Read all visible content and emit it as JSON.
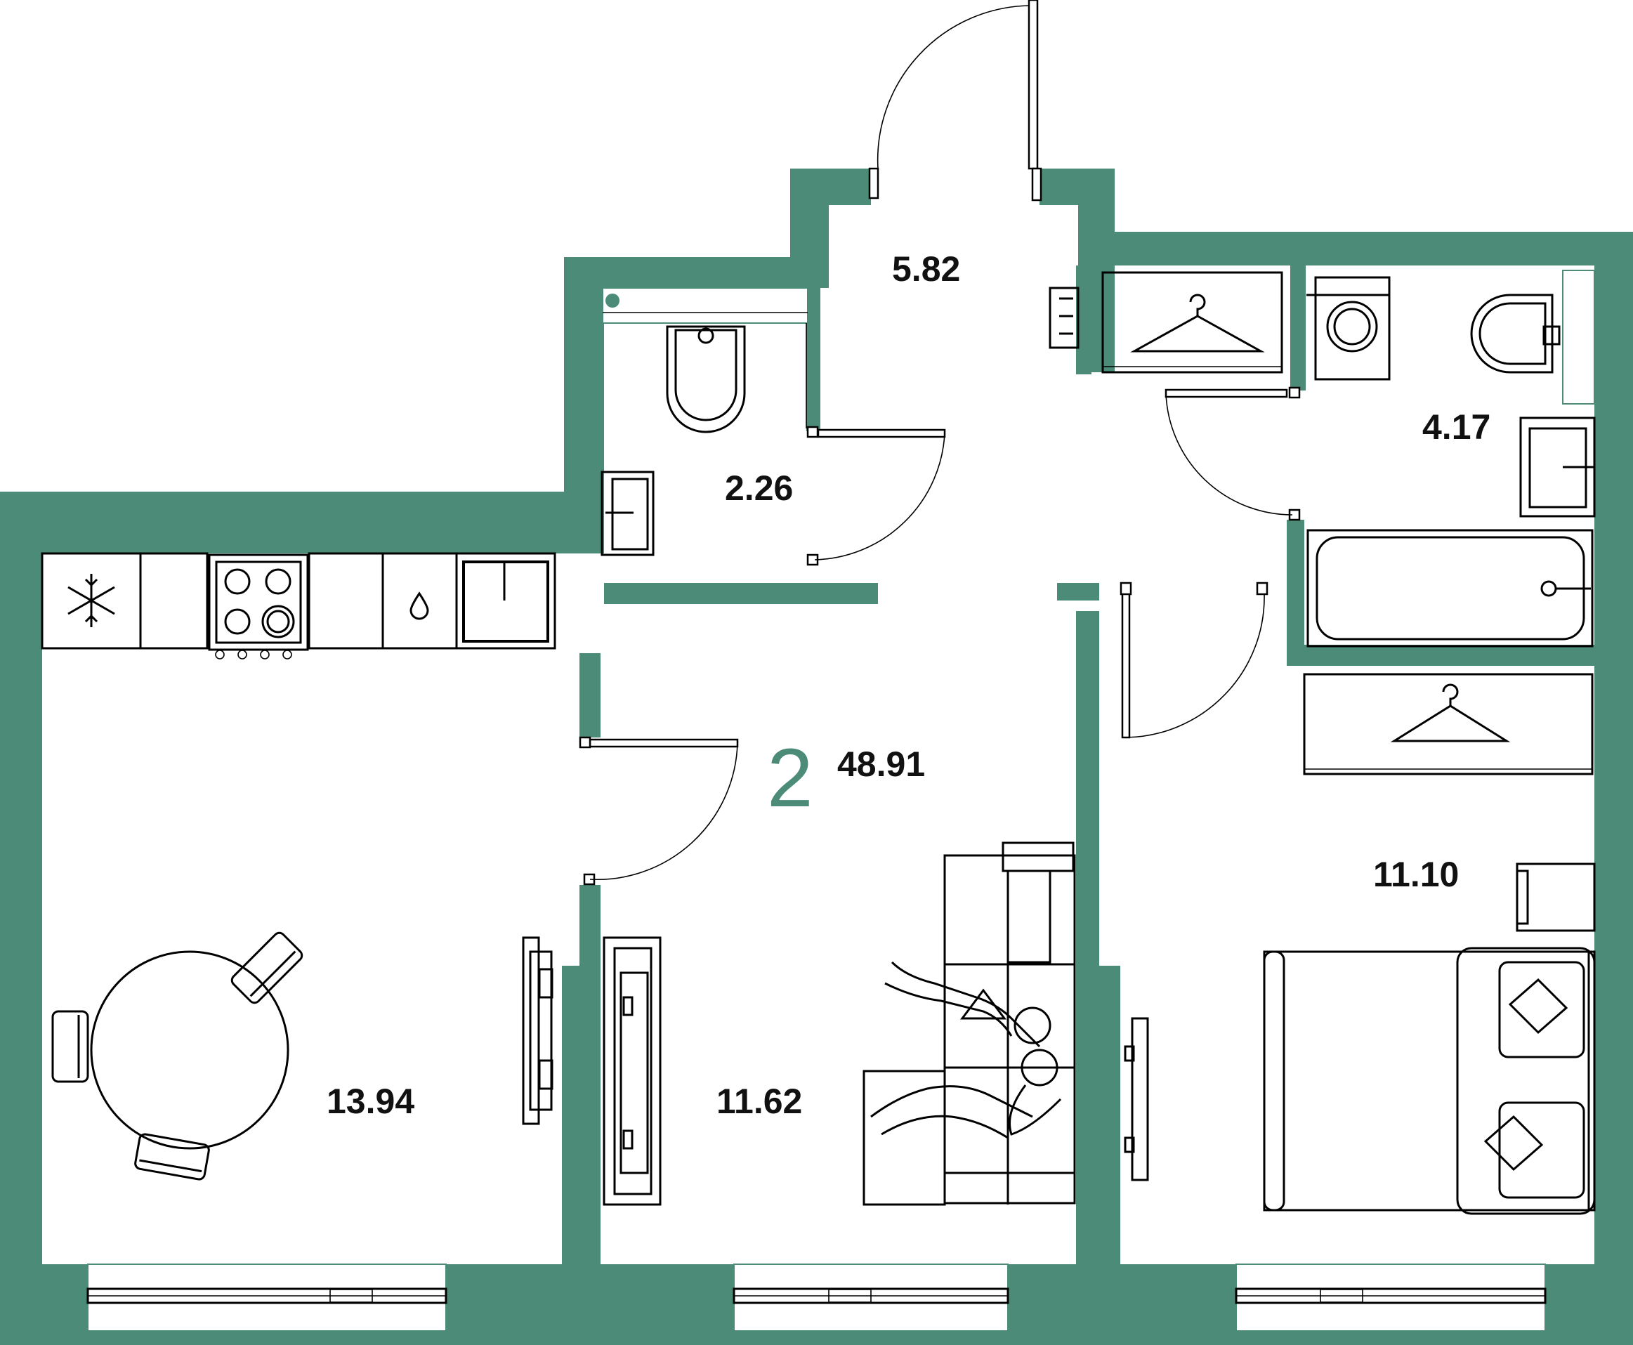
{
  "plan": {
    "rooms_count": "2",
    "total_area": "48.91",
    "accent_color": "#4b8b78"
  },
  "rooms": {
    "hall": "5.82",
    "toilet": "2.26",
    "bathroom": "4.17",
    "kitchen": "13.94",
    "living": "11.62",
    "bedroom": "11.10"
  },
  "icons": [
    "snowflake-icon",
    "stove-icon",
    "water-drop-icon",
    "sink-icon",
    "hanger-icon",
    "washing-machine-icon",
    "toilet-icon",
    "bathtub-icon",
    "tv-icon",
    "sofa-icon",
    "bed-icon",
    "dining-table-icon"
  ]
}
